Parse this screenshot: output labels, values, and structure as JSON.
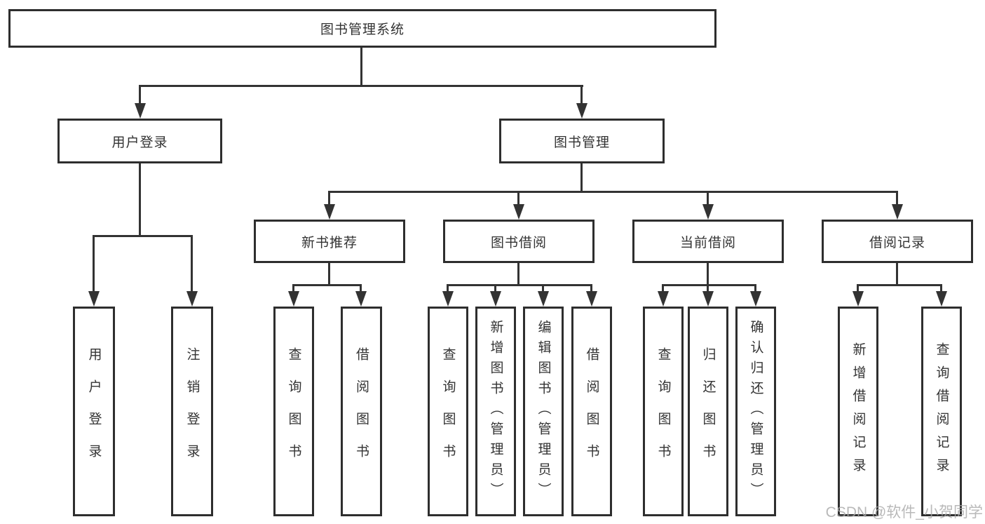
{
  "diagram": {
    "nodes": {
      "root": "图书管理系统",
      "user_login": "用户登录",
      "book_mgmt": "图书管理",
      "new_books": "新书推荐",
      "book_borrow": "图书借阅",
      "current_borrow": "当前借阅",
      "borrow_records": "借阅记录",
      "leaf_login": "用户登录",
      "leaf_logout": "注销登录",
      "nb_query": "查询图书",
      "nb_borrow": "借阅图书",
      "bb_query": "查询图书",
      "bb_add": "新增图书（管理员）",
      "bb_edit": "编辑图书（管理员）",
      "bb_borrow": "借阅图书",
      "cb_query": "查询图书",
      "cb_return": "归还图书",
      "cb_confirm": "确认归还（管理员）",
      "br_add": "新增借阅记录",
      "br_query": "查询借阅记录"
    },
    "watermark": "CSDN @软件_小贺同学",
    "colors": {
      "line": "#333333",
      "border": "#2e2e2e",
      "background": "#ffffff",
      "text": "#333333",
      "watermark": "#a8a8a8"
    }
  }
}
